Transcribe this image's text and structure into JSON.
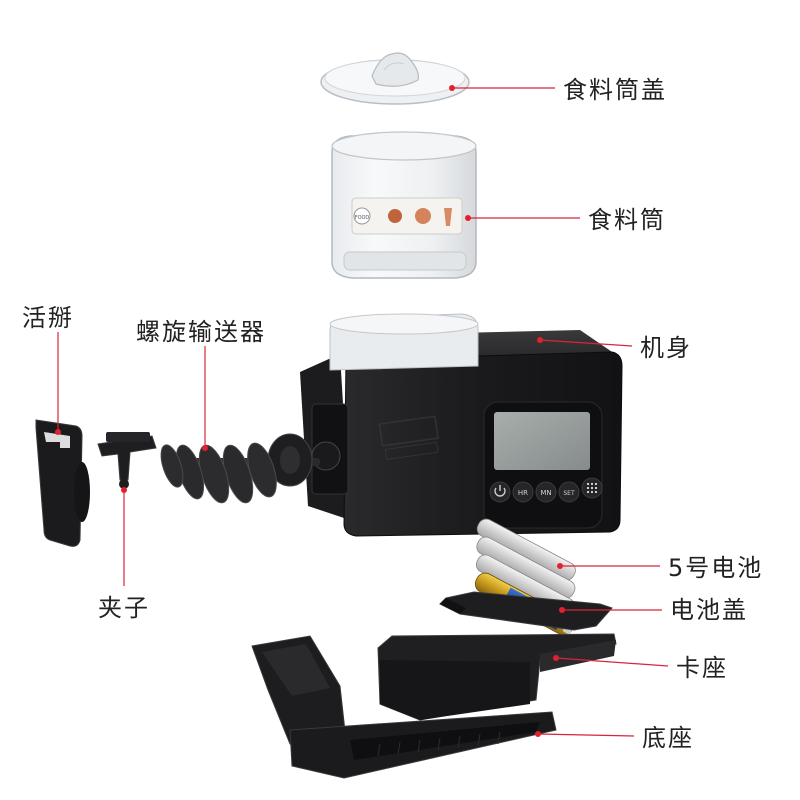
{
  "parts": {
    "lid": "食料筒盖",
    "hopper": "食料筒",
    "body": "机身",
    "flap": "活掰",
    "auger": "螺旋输送器",
    "clip": "夹子",
    "batteries": "5号电池",
    "battery_cover": "电池盖",
    "holder": "卡座",
    "base": "底座"
  },
  "display": {
    "buttons": [
      "HR",
      "MN",
      "SET"
    ]
  },
  "hopper_sticker": {
    "text": "FOOD"
  },
  "colors": {
    "leader": "#d8253a",
    "leader_dot": "#e5202e",
    "device": "#1c1c1e",
    "lcd": "#9aa1a0"
  }
}
